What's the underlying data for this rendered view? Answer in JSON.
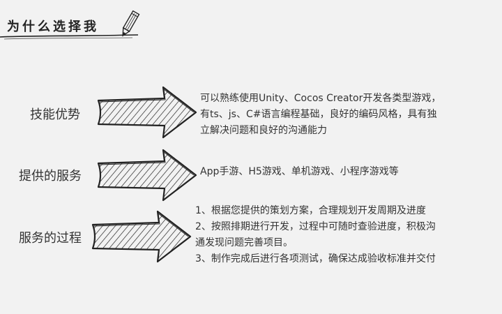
{
  "header": {
    "title": "为什么选择我"
  },
  "rows": [
    {
      "label": "技能优势",
      "desc_lines": [
        "可以熟练使用Unity、Cocos Creator开发各类型游戏，",
        "有ts、js、C#语言编程基础，良好的编码风格，具有独",
        "立解决问题和良好的沟通能力"
      ]
    },
    {
      "label": "提供的服务",
      "desc_lines": [
        "App手游、H5游戏、单机游戏、小程序游戏等"
      ]
    },
    {
      "label": "服务的过程",
      "desc_lines": [
        "1、根据您提供的策划方案，合理规划开发周期及进度",
        "2、按照排期进行开发，过程中可随时查验进度，积极沟",
        "通发现问题完善项目。",
        "3、制作完成后进行各项测试，确保达成验收标准并交付"
      ]
    }
  ],
  "colors": {
    "background": "#f2f2f2",
    "text": "#333333",
    "ink": "#222222"
  },
  "icons": {
    "header": "pencil-icon",
    "row_marker": "hatched-arrow-icon"
  }
}
